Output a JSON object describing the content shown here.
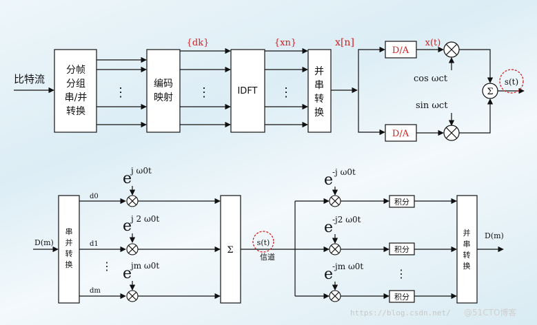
{
  "top": {
    "input_label": "比特流",
    "block1": [
      "分帧",
      "分组",
      "串/并",
      "转换"
    ],
    "block2": [
      "编码",
      "映射"
    ],
    "block3": "IDFT",
    "block4": [
      "并",
      "串",
      "转",
      "换"
    ],
    "label_dk": "{dk}",
    "label_xn": "{xn}",
    "label_xbracket": "x[n]",
    "label_xt": "x(t)",
    "da": "D/A",
    "cos": "cos ωct",
    "sin": "sin ωct",
    "sigma": "Σ",
    "st": "s(t)",
    "dots": "⋮"
  },
  "bottom": {
    "input_label": "D(m)",
    "sp_block": [
      "串",
      "并",
      "转",
      "换"
    ],
    "d0": "d0",
    "d1": "d1",
    "dm": "dm",
    "exp1": "j ω0t",
    "exp2": "j 2 ω0t",
    "exp3": "jm ω0t",
    "e": "e",
    "sigma": "Σ",
    "st": "s(t)",
    "channel": "信道",
    "nexp1": "-j ω0t",
    "nexp2": "-j2 ω0t",
    "nexp3": "-jm ω0t",
    "integ": "积分",
    "ps_block": [
      "并",
      "串",
      "转",
      "换"
    ],
    "output_label": "D(m)"
  },
  "watermark": {
    "url": "https://blog.csdn.net/",
    "credit": "@51CTO博客"
  }
}
